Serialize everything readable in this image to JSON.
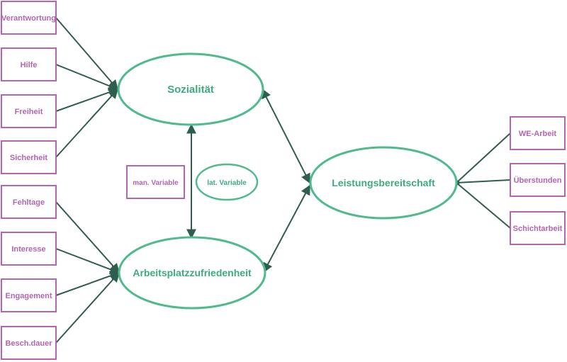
{
  "latent": {
    "sozialitaet": "Sozialität",
    "arbeitsplatz": "Arbeitsplatzzufriedenheit",
    "leistung": "Leistungsbereitschaft"
  },
  "manifest": {
    "verantwortung": "Verantwortung",
    "hilfe": "Hilfe",
    "freiheit": "Freiheit",
    "sicherheit": "Sicherheit",
    "fehltage": "Fehltage",
    "interesse": "Interesse",
    "engagement": "Engagement",
    "beschdauer": "Besch.dauer",
    "we_arbeit": "WE-Arbeit",
    "ueberstunden": "Überstunden",
    "schichtarbeit": "Schichtarbeit"
  },
  "legend": {
    "manifest": "man. Variable",
    "latent": "lat. Variable"
  },
  "colors": {
    "manifest_border": "#b565b0",
    "latent_border": "#4fba8c",
    "edge": "#2f5d4e"
  }
}
